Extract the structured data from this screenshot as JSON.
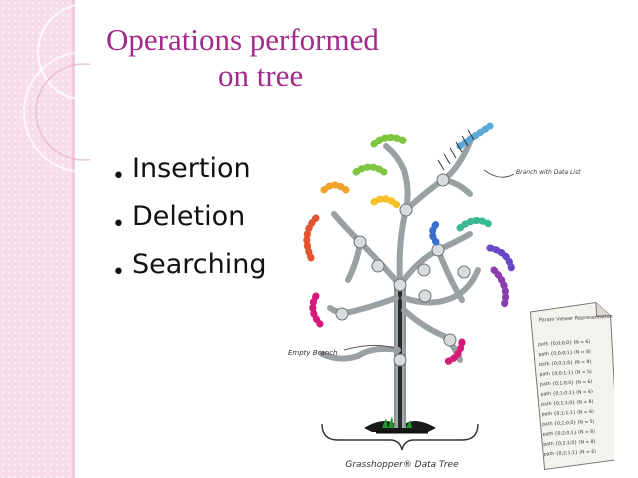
{
  "slide": {
    "title_line1": "Operations performed",
    "title_line2": "on tree",
    "bullets": [
      "Insertion",
      "Deletion",
      "Searching"
    ],
    "colors": {
      "title": "#a3298a",
      "sidebar": "#f6dde9",
      "text": "#111111"
    }
  },
  "figure": {
    "branch_with_data_list": "Branch with Data List",
    "empty_branch": "Empty Branch",
    "caption": "Grasshopper® Data Tree",
    "param_viewer_title": "Param Viewer Representation",
    "paths": [
      "path {0;0;0;0}  (N = 6)",
      "path {0;0;0;1}  (N = 8)",
      "path {0;0;1;0}  (N = 8)",
      "path {0;0;1;1}  (N = 5)",
      "path {0;1;0;0}  (N = 6)",
      "path {0;1;0;1}  (N = 6)",
      "path {0;1;1;0}  (N = 8)",
      "path {0;1;1;1}  (N = 6)",
      "path {0;2;0;0}  (N = 5)",
      "path {0;2;0;1}  (N = 8)",
      "path {0;2;1;0}  (N = 8)",
      "path {0;2;1;1}  (N = 6)"
    ]
  }
}
